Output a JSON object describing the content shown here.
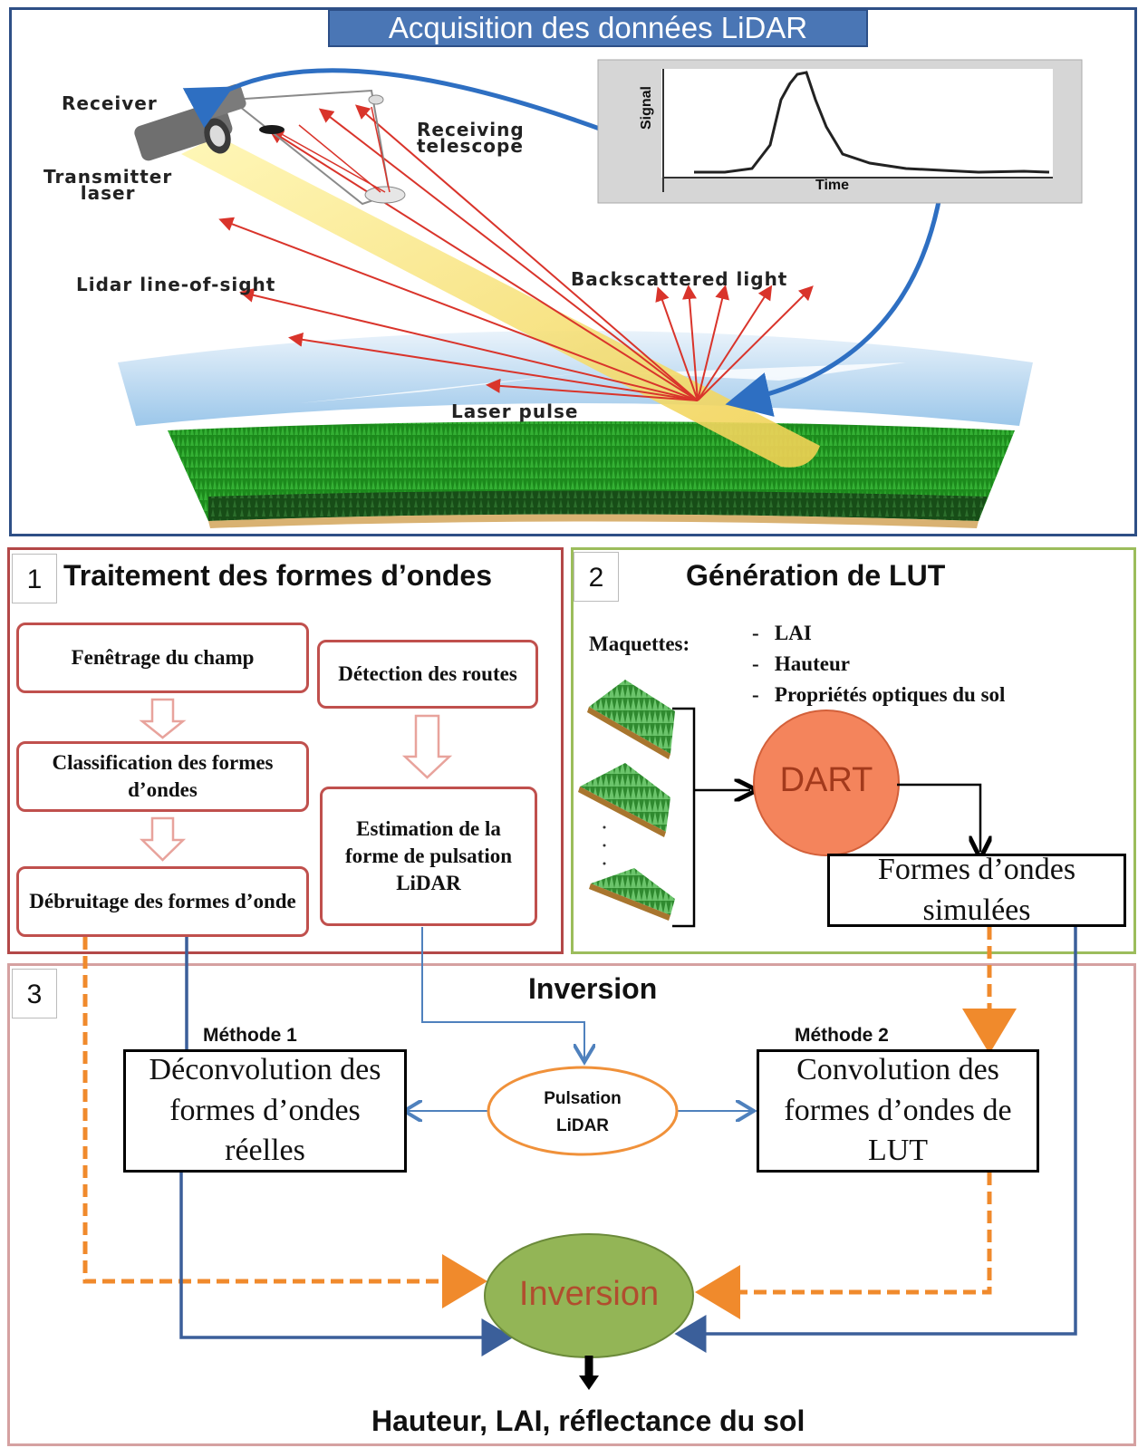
{
  "acquisition": {
    "title": "Acquisition des données LiDAR",
    "labels": {
      "receiver": "Receiver",
      "receiving_telescope_1": "Receiving",
      "receiving_telescope_2": "telescope",
      "transmitter_1": "Transmitter",
      "transmitter_2": "laser",
      "line_of_sight": "Lidar line-of-sight",
      "backscattered": "Backscattered light",
      "laser_pulse": "Laser pulse"
    },
    "signal_plot": {
      "ylabel": "Signal",
      "xlabel": "Time"
    }
  },
  "panel1": {
    "number": "1",
    "title": "Traitement des formes d’ondes",
    "boxes": {
      "fenetrage": "Fenêtrage du champ",
      "classification": "Classification des formes d’ondes",
      "debruitage": "Débruitage des formes d’onde",
      "detection": "Détection des routes",
      "estimation": "Estimation de la forme de pulsation LiDAR"
    }
  },
  "panel2": {
    "number": "2",
    "title": "Génération de LUT",
    "maquettes_label": "Maquettes:",
    "params": [
      "LAI",
      "Hauteur",
      "Propriétés optiques du sol"
    ],
    "dart": "DART",
    "simulated": "Formes d’ondes simulées"
  },
  "panel3": {
    "number": "3",
    "title": "Inversion",
    "method1_label": "Méthode 1",
    "method1_box": "Déconvolution des formes d’ondes réelles",
    "method2_label": "Méthode 2",
    "method2_box": "Convolution des formes d’ondes de LUT",
    "pulse_1": "Pulsation",
    "pulse_2": "LiDAR",
    "inversion_node": "Inversion",
    "output": "Hauteur, LAI, réflectance du sol"
  },
  "colors": {
    "banner_blue": "#4a76b5",
    "panel1_border": "#c0504d",
    "panel2_border": "#9cbd5c",
    "dart_fill": "#f4845c",
    "inversion_fill": "#93b556",
    "dashed_orange": "#f08a2c",
    "connector_blue": "#3b5f9a"
  }
}
